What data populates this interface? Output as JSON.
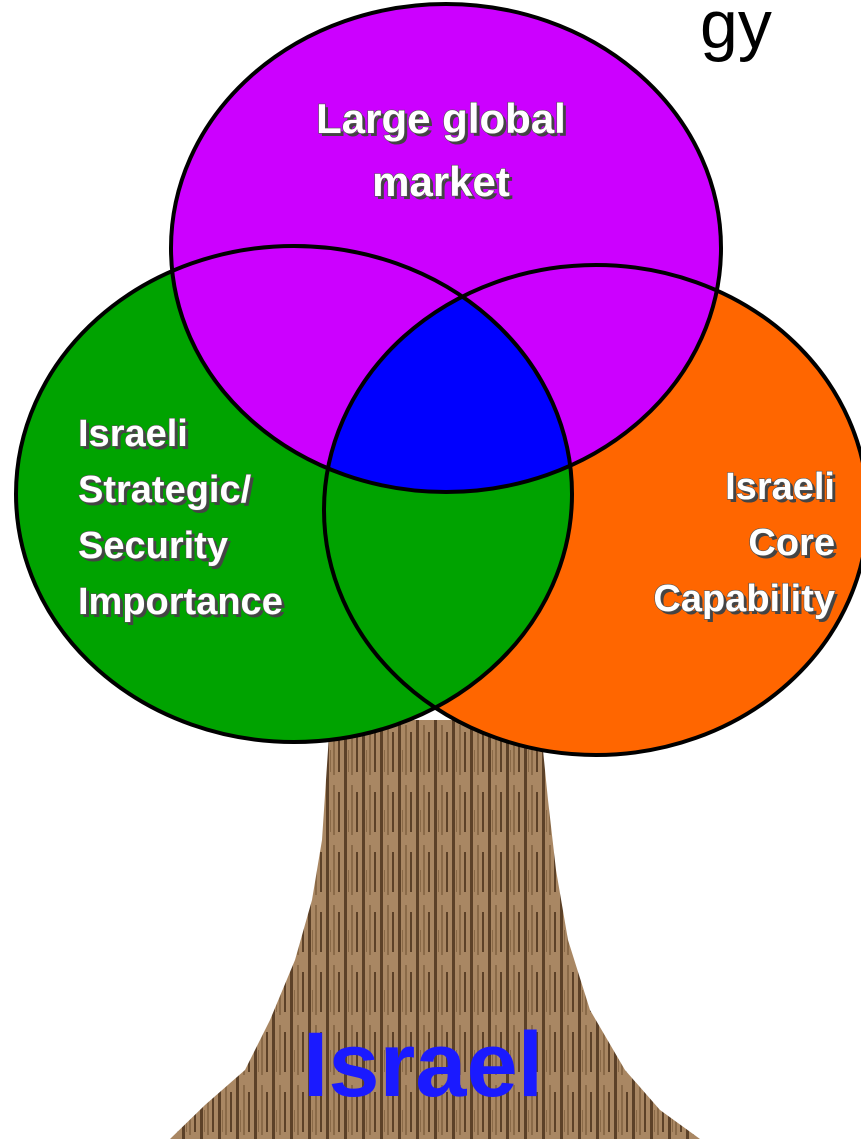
{
  "heading_fragment": "gy",
  "circles": {
    "top": {
      "lines": [
        "Large global",
        "market"
      ],
      "color": "#cc00ff"
    },
    "left": {
      "lines": [
        "Israeli",
        "Strategic/",
        "Security",
        "Importance"
      ],
      "color": "#00a300"
    },
    "right": {
      "lines": [
        "Israeli",
        "Core",
        "Capability"
      ],
      "color": "#ff6600"
    }
  },
  "intersection_colors": {
    "top_left": "#cc00ff",
    "top_right": "#cc00ff",
    "left_right": "#00a300",
    "center": "#0000ff"
  },
  "root": {
    "label": "Israel",
    "color": "#1a1aff"
  },
  "trunk_colors": {
    "light": "#a98763",
    "mid": "#8a6a48",
    "dark": "#5c4128"
  }
}
